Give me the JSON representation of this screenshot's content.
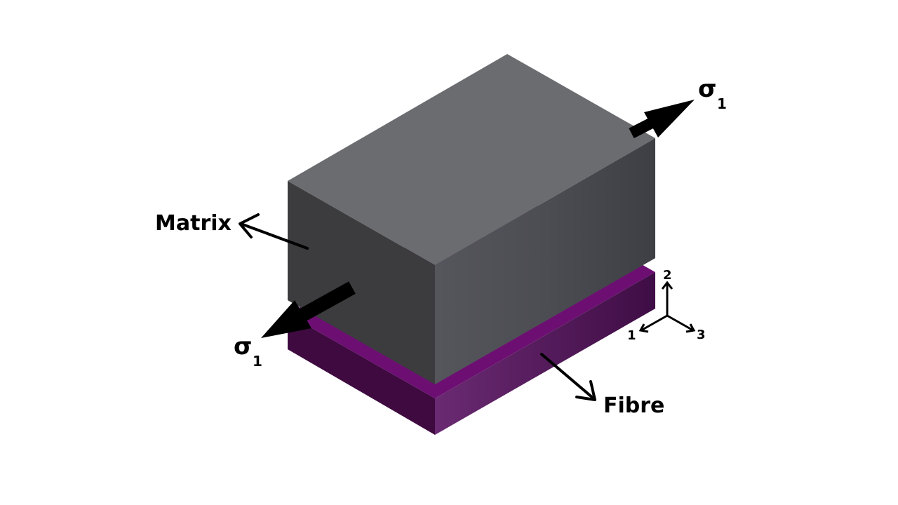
{
  "diagram": {
    "labels": {
      "matrix": "Matrix",
      "fibre": "Fibre",
      "stress_symbol": "σ",
      "stress_subscript": "1"
    },
    "axes": {
      "axis1": "1",
      "axis2": "2",
      "axis3": "3"
    },
    "colors": {
      "matrix_top": "#6b6c70",
      "matrix_left": "#3c3c3e",
      "matrix_right": "#4e4f55",
      "fibre_top": "#6d0f72",
      "fibre_left": "#3e0a40",
      "fibre_right": "#5e2068",
      "arrow": "#000000",
      "background": "#ffffff"
    }
  }
}
